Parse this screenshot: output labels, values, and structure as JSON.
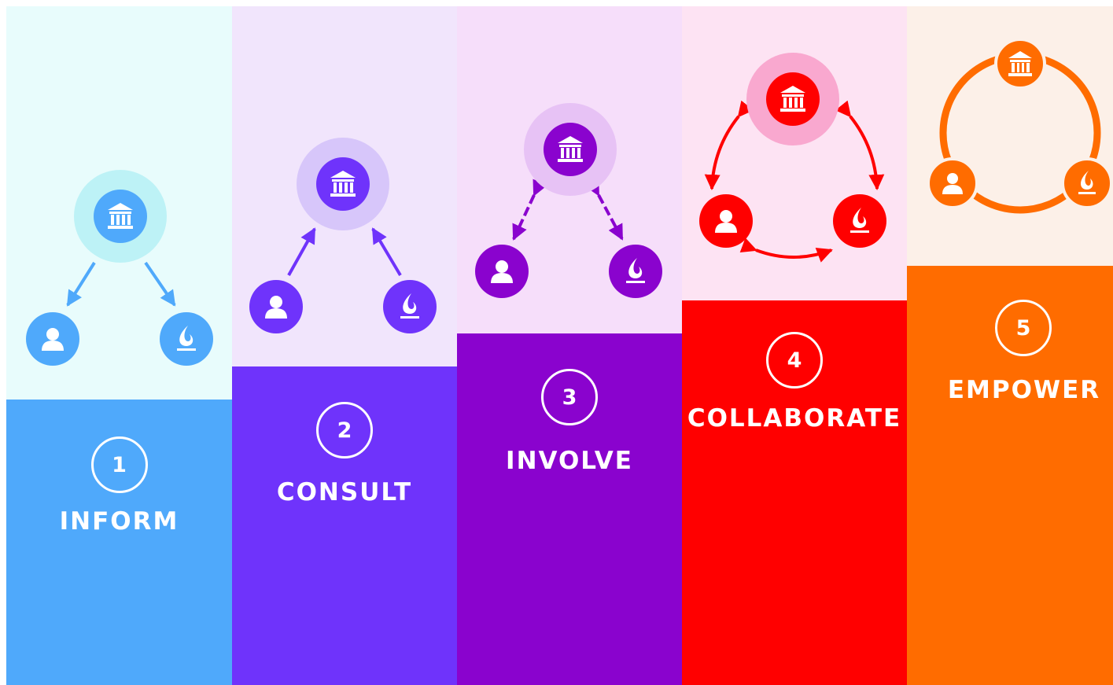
{
  "stages": [
    {
      "number": "1",
      "label": "INFORM",
      "accent": "#4FA9FB",
      "top_bg": "#E8FCFC",
      "halo": "#BDF2F6"
    },
    {
      "number": "2",
      "label": "CONSULT",
      "accent": "#6F33FB",
      "top_bg": "#F1E5FC",
      "halo": "#D7C6FA"
    },
    {
      "number": "3",
      "label": "INVOLVE",
      "accent": "#8A03CE",
      "top_bg": "#F6DEFA",
      "halo": "#E7C2F5"
    },
    {
      "number": "4",
      "label": "COLLABORATE",
      "accent": "#FF0000",
      "top_bg": "#FDE3F3",
      "halo": "#F9A8CF"
    },
    {
      "number": "5",
      "label": "EMPOWER",
      "accent": "#FF6C00",
      "top_bg": "#FCF0E8",
      "halo": "#FFFFFF"
    }
  ],
  "icons": {
    "center": "institution-icon",
    "left": "person-icon",
    "right": "flame-icon"
  }
}
